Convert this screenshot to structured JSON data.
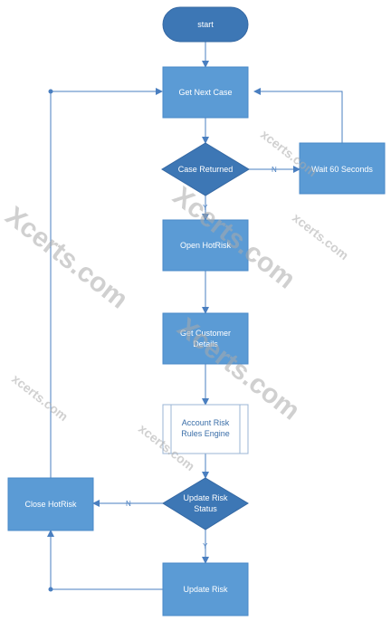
{
  "nodes": {
    "start": "start",
    "get_next_case": "Get Next Case",
    "case_returned": "Case Returned",
    "wait": "Wait 60 Seconds",
    "open_hotrisk": "Open HotRisk",
    "get_customer_line1": "Get Customer",
    "get_customer_line2": "Details",
    "account_risk_line1": "Account Risk",
    "account_risk_line2": "Rules Engine",
    "update_risk_status_line1": "Update Risk",
    "update_risk_status_line2": "Status",
    "close_hotrisk": "Close HotRisk",
    "update_risk": "Update Risk"
  },
  "edge_labels": {
    "case_no": "N",
    "case_yes": "Y",
    "status_no": "N",
    "status_yes": "Y"
  },
  "watermark": {
    "text_big": "Xcerts.com",
    "text_small": "xcerts.com"
  },
  "colors": {
    "box_fill": "#5b9bd5",
    "box_stroke": "#4a89c8",
    "diamond_fill": "#3d77b5",
    "start_fill": "#3d77b5",
    "edge": "#4a7fc0",
    "subprocess_fill": "#ffffff",
    "subprocess_stroke": "#9bb5d4"
  }
}
